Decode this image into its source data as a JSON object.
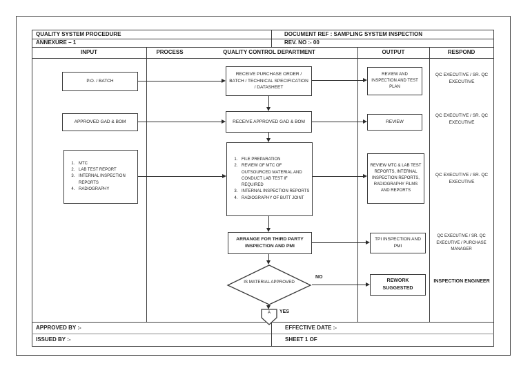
{
  "doc": {
    "title": "QUALITY SYSTEM PROCEDURE",
    "doc_ref": "DOCUMENT REF : SAMPLING SYSTEM INSPECTION",
    "annexure": "ANNEXURE – 1",
    "rev_no": "REV. NO :- 00",
    "approved_by": "APPROVED BY :-",
    "effective_date": "EFFECTIVE DATE :-",
    "issued_by": "ISSUED BY :-",
    "sheet": "SHEET 1 OF"
  },
  "columns": {
    "input": "INPUT",
    "process": "PROCESS",
    "qcd": "QUALITY CONTROL DEPARTMENT",
    "output": "OUTPUT",
    "respond": "RESPOND"
  },
  "flow": {
    "row1": {
      "input": "P.O. / BATCH",
      "process": "RECEIVE PURCHASE ORDER / BATCH / TECHNICAL SPECIFICATION / DATASHEET",
      "output": "REVIEW AND INSPECTION AND TEST PLAN",
      "respond": "QC EXECUTIVE / SR. QC EXECUTIVE"
    },
    "row2": {
      "input": "APPROVED GAD & BOM",
      "process": "RECEIVE APPROVED GAD & BOM",
      "output": "REVIEW",
      "respond": "QC EXECUTIVE / SR. QC EXECUTIVE"
    },
    "row3": {
      "input_items": [
        "MTC",
        "LAB TEST REPORT",
        "INTERNAL INSPECTION REPORTS",
        "RADIOGRAPHY"
      ],
      "process_items": [
        "FILE PREPARATION",
        "REVIEW OF MTC OF OUTSOURCED MATERIAL AND CONDUCT LAB TEST IF REQUIRED",
        "INTERNAL INSPECTION REPORTS",
        "RADIOGRAPHY OF BUTT JOINT"
      ],
      "output": "REVIEW MTC & LAB TEST REPORTS, INTERNAL INSPECTION REPORTS, RADIOGRAPHY FILMS AND REPORTS",
      "respond": "QC EXECUTIVE / SR. QC EXECUTIVE"
    },
    "row4": {
      "process": "ARRANGE FOR THIRD PARTY INSPECTION AND PMI",
      "output": "TPI INSPECTION AND PMI",
      "respond": "QC EXECUTIVE / SR. QC EXECUTIVE / PURCHASE MANAGER"
    },
    "row5": {
      "decision": "IS MATERIAL APPROVED",
      "no_label": "NO",
      "yes_label": "YES",
      "connector": "A",
      "output": "REWORK SUGGESTED",
      "respond": "INSPECTION ENGINEER"
    }
  },
  "colors": {
    "line": "#3a3a3a",
    "text": "#1c1c1c",
    "background": "#ffffff"
  }
}
